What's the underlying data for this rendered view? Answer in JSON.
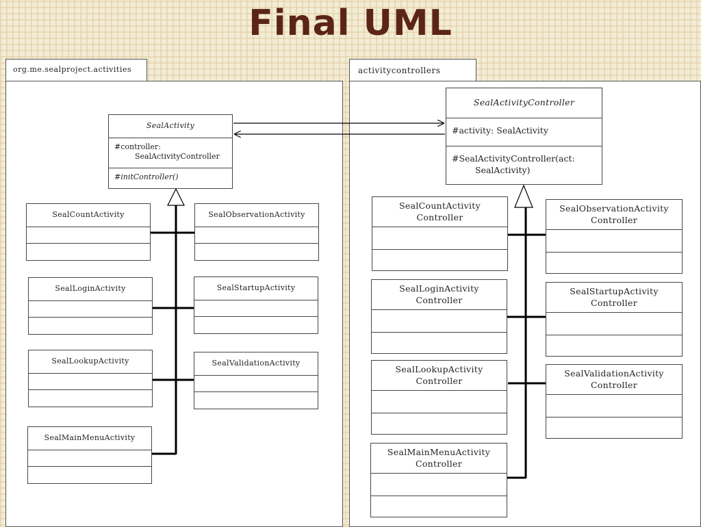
{
  "slide_title": "Final UML",
  "packages": {
    "activities": {
      "name": "org.me.sealproject.activities",
      "parent": {
        "name": "SealActivity",
        "attribute_label": "#controller:",
        "attribute_type": "SealActivityController",
        "operation": "#initController()"
      },
      "subclasses": [
        "SealCountActivity",
        "SealObservationActivity",
        "SealLoginActivity",
        "SealStartupActivity",
        "SealLookupActivity",
        "SealValidationActivity",
        "SealMainMenuActivity"
      ]
    },
    "controllers": {
      "name": "activitycontrollers",
      "parent": {
        "name": "SealActivityController",
        "attribute": "#activity: SealActivity",
        "operation_line1": "#SealActivityController(act:",
        "operation_line2": "SealActivity)"
      },
      "subclasses": [
        {
          "line1": "SealCountActivity",
          "line2": "Controller"
        },
        {
          "line1": "SealObservationActivity",
          "line2": "Controller"
        },
        {
          "line1": "SealLoginActivity",
          "line2": "Controller"
        },
        {
          "line1": "SealStartupActivity",
          "line2": "Controller"
        },
        {
          "line1": "SealLookupActivity",
          "line2": "Controller"
        },
        {
          "line1": "SealValidationActivity",
          "line2": "Controller"
        },
        {
          "line1": "SealMainMenuActivity",
          "line2": "Controller"
        }
      ]
    }
  }
}
